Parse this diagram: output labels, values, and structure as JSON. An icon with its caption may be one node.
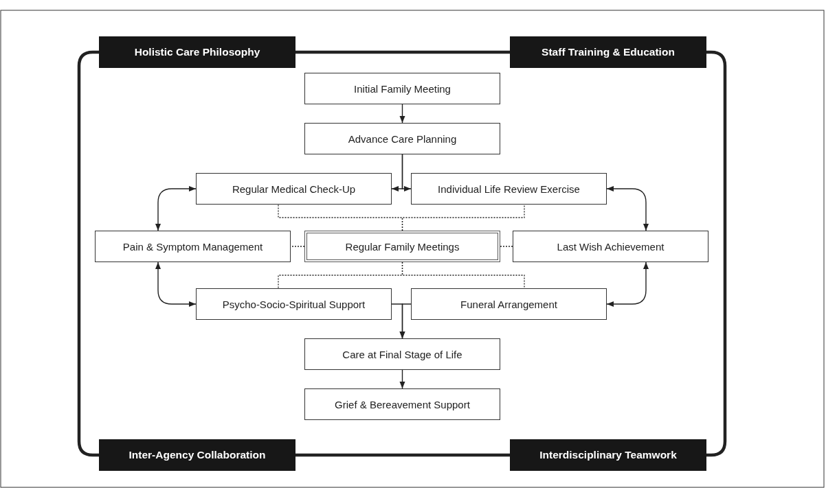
{
  "diagram": {
    "nodes": [
      {
        "text": [
          "Holistic Care Philosophy"
        ]
      },
      {
        "text": [
          "Staff Training & Education"
        ]
      },
      {
        "text": [
          "Initial Family Meeting"
        ]
      },
      {
        "text": [
          "Advance Care Planning"
        ]
      },
      {
        "text": [
          "Regular Medical Check-Up"
        ]
      },
      {
        "text": [
          "Individual Life Review Exercise"
        ]
      },
      {
        "text": [
          "Pain & Symptom Management"
        ]
      },
      {
        "text": [
          "Regular Family Meetings"
        ]
      },
      {
        "text": [
          "Last Wish Achievement"
        ]
      },
      {
        "text": [
          "Psycho-Socio-Spiritual Support"
        ]
      },
      {
        "text": [
          "Funeral Arrangement"
        ]
      },
      {
        "text": [
          "Care at Final Stage of Life"
        ]
      },
      {
        "text": [
          "Grief & Bereavement Support"
        ]
      },
      {
        "text": [
          "Inter-Agency Collaboration"
        ]
      },
      {
        "text": [
          "Interdisciplinary Teamwork"
        ]
      }
    ],
    "edges": [
      {
        "from": 0,
        "to": 1,
        "arrow": "none",
        "style": "thick"
      },
      {
        "from": 1,
        "to": 14,
        "arrow": "none",
        "style": "thick"
      },
      {
        "from": 14,
        "to": 13,
        "arrow": "none",
        "style": "thick"
      },
      {
        "from": 13,
        "to": 0,
        "arrow": "none",
        "style": "thick"
      },
      {
        "from": 2,
        "to": 3,
        "arrow": "to"
      },
      {
        "from": 3,
        "to": 4,
        "arrow": "to"
      },
      {
        "from": 3,
        "to": 5,
        "arrow": "to"
      },
      {
        "from": 6,
        "to": 4,
        "arrow": "both"
      },
      {
        "from": 5,
        "to": 8,
        "arrow": "both"
      },
      {
        "from": 6,
        "to": 9,
        "arrow": "both"
      },
      {
        "from": 8,
        "to": 10,
        "arrow": "both"
      },
      {
        "from": 7,
        "to": 4,
        "arrow": "none",
        "style": "dashed"
      },
      {
        "from": 7,
        "to": 5,
        "arrow": "none",
        "style": "dashed"
      },
      {
        "from": 7,
        "to": 6,
        "arrow": "none",
        "style": "dashed"
      },
      {
        "from": 7,
        "to": 8,
        "arrow": "none",
        "style": "dashed"
      },
      {
        "from": 7,
        "to": 9,
        "arrow": "none",
        "style": "dashed"
      },
      {
        "from": 7,
        "to": 10,
        "arrow": "none",
        "style": "dashed"
      },
      {
        "from": 9,
        "to": 11,
        "arrow": "to"
      },
      {
        "from": 10,
        "to": 11,
        "arrow": "to"
      },
      {
        "from": 11,
        "to": 12,
        "arrow": "to"
      }
    ]
  }
}
